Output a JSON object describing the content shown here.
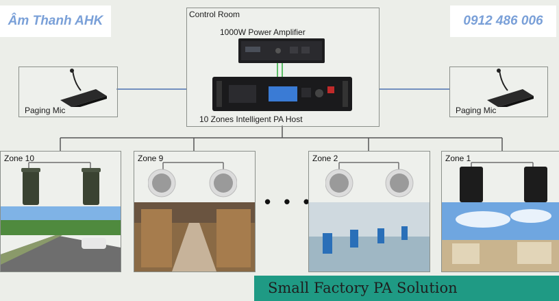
{
  "watermark": {
    "left": "Âm Thanh AHK",
    "right": "0912 486 006"
  },
  "control_room": {
    "title": "Control Room",
    "amplifier_label": "1000W Power Amplifier",
    "host_label": "10 Zones Intelligent PA Host"
  },
  "paging_mics": [
    {
      "label": "Paging Mic"
    },
    {
      "label": "Paging Mic"
    }
  ],
  "zones": [
    {
      "label": "Zone 10",
      "speaker": "column-speaker-icon",
      "scene": "road-scene"
    },
    {
      "label": "Zone 9",
      "speaker": "ceiling-speaker-icon",
      "scene": "warehouse-scene"
    },
    {
      "label": "Zone 2",
      "speaker": "ceiling-speaker-icon",
      "scene": "factory-scene"
    },
    {
      "label": "Zone 1",
      "speaker": "wall-speaker-icon",
      "scene": "buildings-scene"
    }
  ],
  "ellipsis": "• • •",
  "footer": {
    "title": "Small Factory PA Solution"
  },
  "colors": {
    "line": "#4a6fb0",
    "footer": "#1f9a84",
    "watermark_text": "#7aa0d8"
  }
}
